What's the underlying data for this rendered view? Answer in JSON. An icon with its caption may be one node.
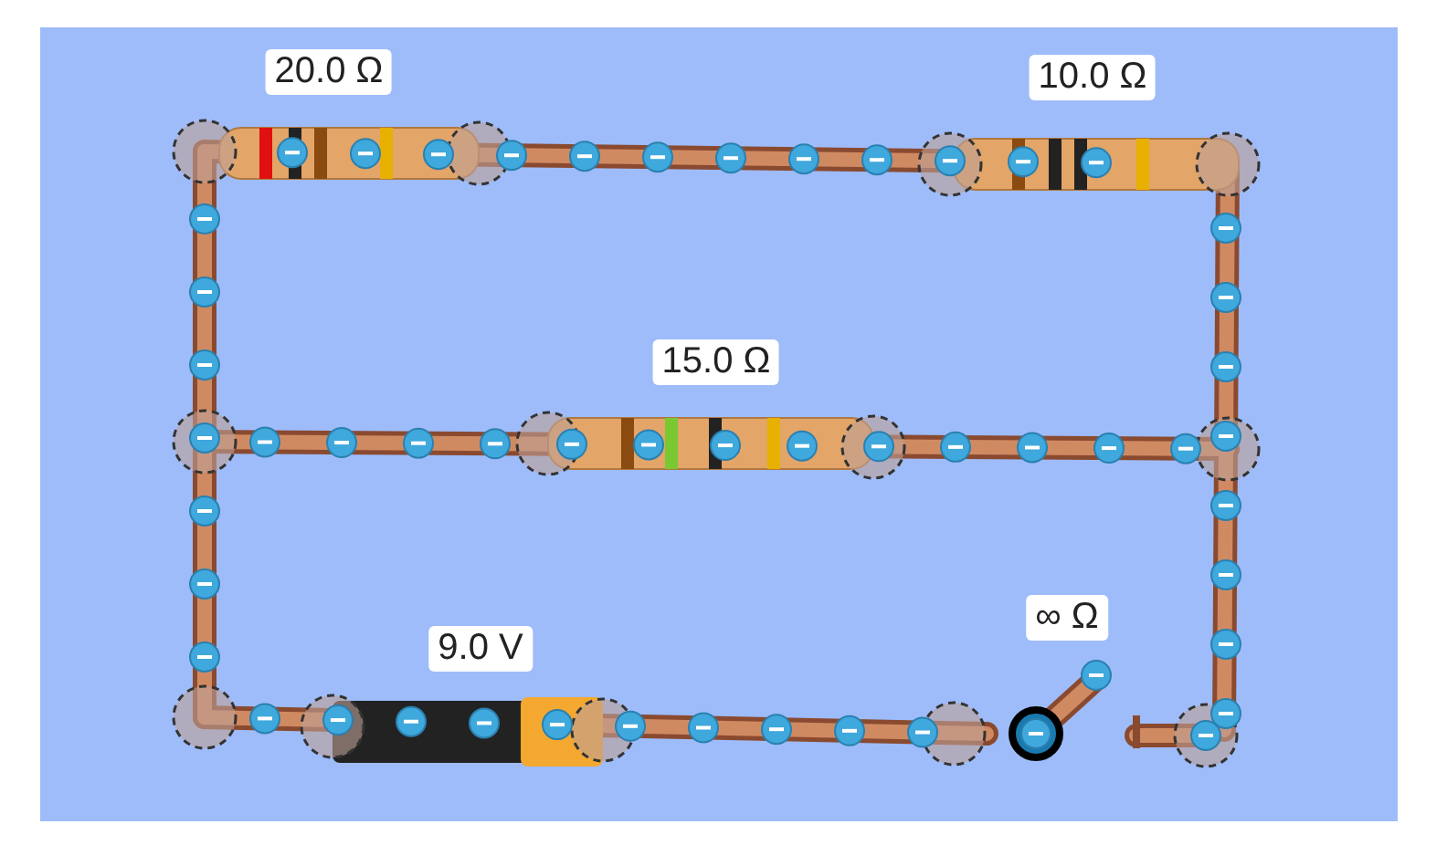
{
  "diagram": {
    "labels": [
      "20.0 Ω",
      "10.0 Ω",
      "15.0 Ω",
      "9.0 V",
      "∞ Ω"
    ]
  }
}
